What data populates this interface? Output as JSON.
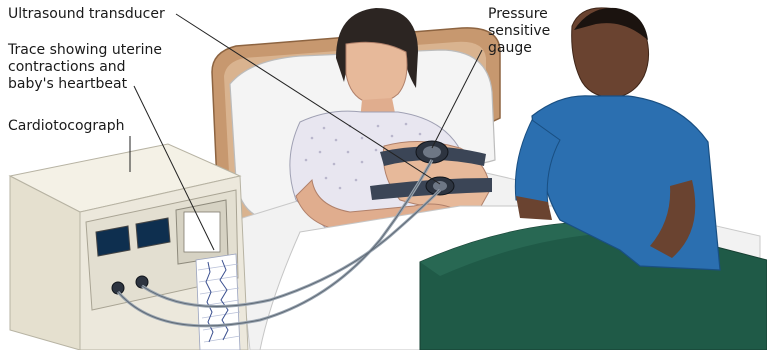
{
  "labels": {
    "ultrasound": "Ultrasound transducer",
    "pressure": [
      "Pressure",
      "sensitive",
      "gauge"
    ],
    "trace": [
      "Trace showing uterine",
      "contractions and",
      "baby's heartbeat"
    ],
    "ctg": "Cardiotocograph"
  },
  "colors": {
    "bed_headboard": "#c7986f",
    "gown": "#e8e6f0",
    "shirt": "#2b6fb0",
    "blanket": "#1f5a47",
    "machine": "#ece8dc",
    "belt": "#3b4556"
  }
}
